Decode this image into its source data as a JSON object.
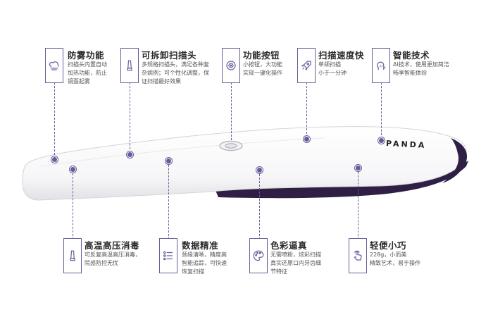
{
  "brand": "PANDA",
  "colors": {
    "accent": "#6a5a9a",
    "body": "#ffffff",
    "band": "#2f1f45"
  },
  "top_features": [
    {
      "title": "防雾功能",
      "desc": "扫描头内置自动\n加热功能，防止\n镜面起雾",
      "icon": "fog-icon"
    },
    {
      "title": "可拆卸扫描头",
      "desc": "多规格扫描头，满足各种复\n杂病例；可个性化调整，保\n证扫描最好效果",
      "icon": "tip-icon"
    },
    {
      "title": "功能按钮",
      "desc": "小按钮，大功能\n实现一键化操作",
      "icon": "button-icon"
    },
    {
      "title": "扫描速度快",
      "desc": "单颌扫描\n小于一分钟",
      "icon": "rocket-icon"
    },
    {
      "title": "智能技术",
      "desc": "AI技术，使用更加简洁\n畅享智能体验",
      "icon": "ai-head-icon"
    }
  ],
  "bottom_features": [
    {
      "title": "高温高压消毒",
      "desc": "可反复高温高压消毒，\n院感防控无忧",
      "icon": "tip-icon"
    },
    {
      "title": "数据精准",
      "desc": "颈缘清晰，精度高\n智能追踪，可快速\n恢复扫描",
      "icon": "list-icon"
    },
    {
      "title": "色彩逼真",
      "desc": "无需喷粉，炫彩扫描\n真实还原口内牙齿细\n节特征",
      "icon": "palette-icon"
    },
    {
      "title": "轻便小巧",
      "desc": "228g，小而美\n精致艺术，易于操作",
      "icon": "touch-icon"
    }
  ]
}
